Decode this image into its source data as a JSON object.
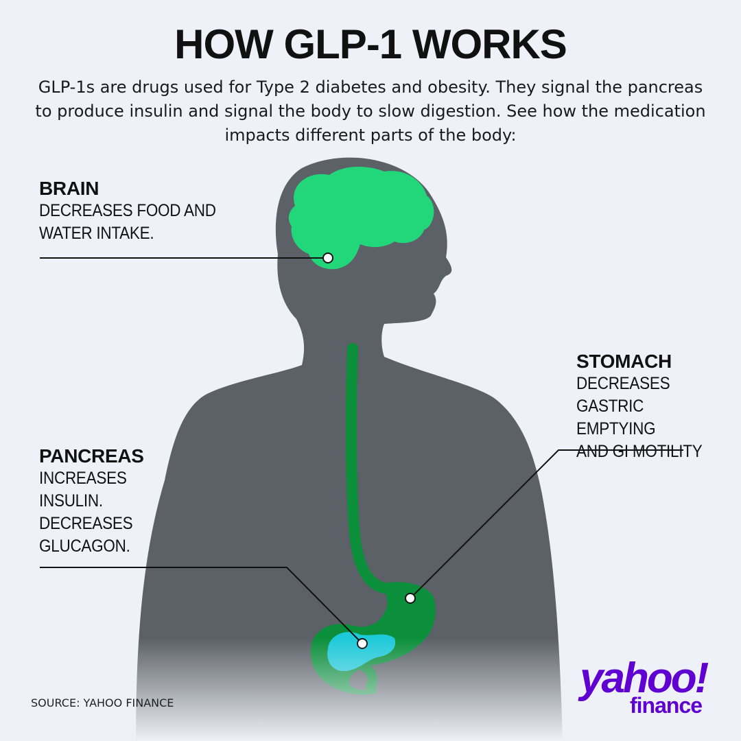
{
  "title": "HOW GLP-1 WORKS",
  "intro": "GLP-1s are drugs used for Type 2 diabetes and obesity. They signal the pancreas to produce insulin and signal the body to slow digestion. See how the medication impacts different parts of the body:",
  "callouts": {
    "brain": {
      "heading": "BRAIN",
      "text": "DECREASES FOOD AND\nWATER INTAKE."
    },
    "stomach": {
      "heading": "STOMACH",
      "text": "DECREASES\nGASTRIC EMPTYING\nAND GI MOTILITY"
    },
    "pancreas": {
      "heading": "PANCREAS",
      "text": "INCREASES\nINSULIN.\nDECREASES\nGLUCAGON."
    }
  },
  "source": "SOURCE:  YAHOO FINANCE",
  "logo": {
    "word": "yahoo!",
    "sub": "finance"
  },
  "colors": {
    "background": "#eef2f8",
    "body": "#5c6167",
    "brain": "#22d67a",
    "gi_tract": "#0b8f3a",
    "pancreas": "#1ec9d8",
    "logo": "#5f01d1"
  }
}
